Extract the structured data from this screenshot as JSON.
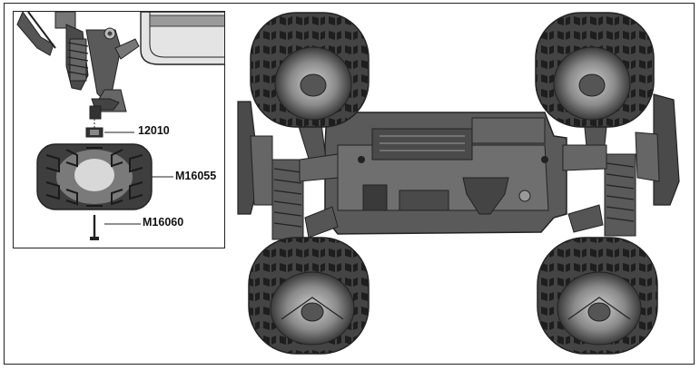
{
  "inset": {
    "parts": [
      {
        "part_number": "12010",
        "kind": "hex-wheel-adapter"
      },
      {
        "part_number": "M16055",
        "kind": "tire-and-wheel"
      },
      {
        "part_number": "M16060",
        "kind": "wheel-pin"
      }
    ]
  },
  "main": {
    "subject": "rc-monster-truck-top-view",
    "wheels": [
      "front-left",
      "front-right",
      "rear-left",
      "rear-right"
    ]
  },
  "colors": {
    "line": "#222222",
    "tire_dark": "#3a3a3a",
    "tire_mid": "#6a6a6a",
    "chassis": "#555555",
    "chassis_light": "#8a8a8a"
  }
}
